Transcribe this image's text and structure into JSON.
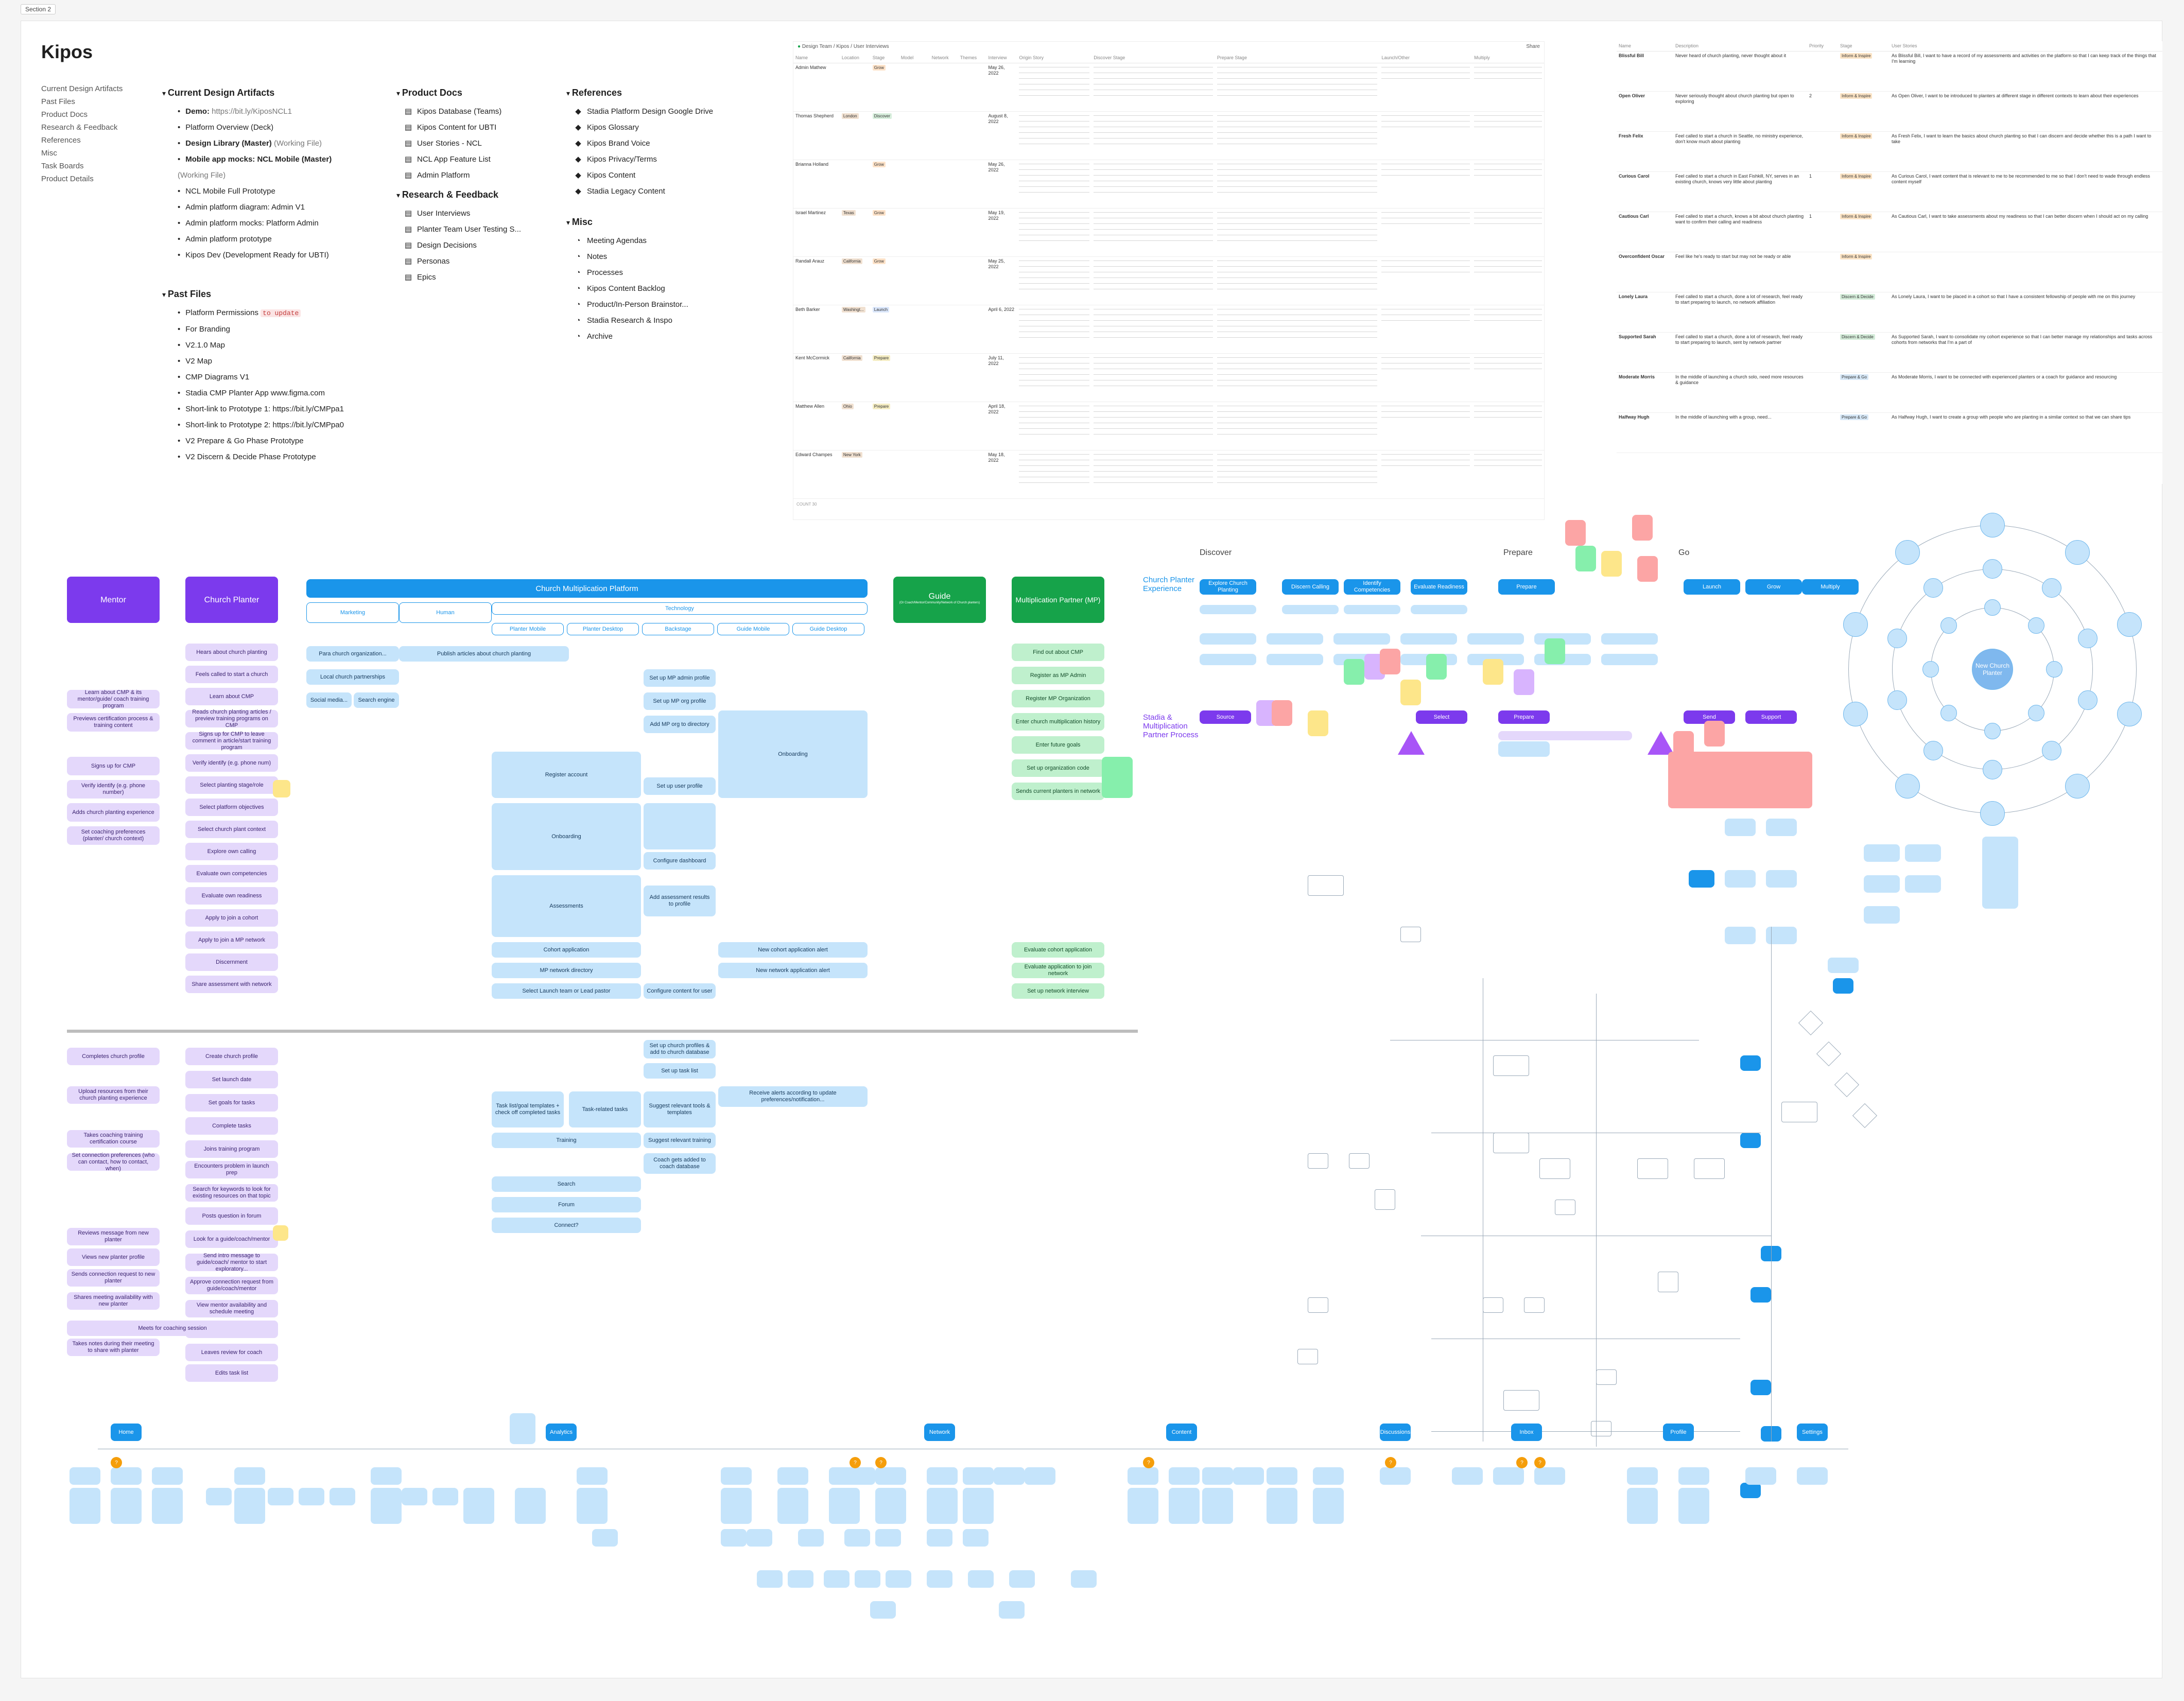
{
  "section_label": "Section 2",
  "doc": {
    "title": "Kipos",
    "toc": [
      "Current Design Artifacts",
      "Past Files",
      "Product Docs",
      "Research & Feedback",
      "References",
      "Misc",
      "Task Boards",
      "Product Details"
    ],
    "current_artifacts": {
      "heading": "Current Design Artifacts",
      "items": [
        {
          "bold": "Demo:",
          "text": " https://bit.ly/KiposNCL1"
        },
        {
          "bold": "",
          "text": "Platform Overview (Deck)"
        },
        {
          "bold": "Design Library (Master)",
          "text": " (Working File)"
        },
        {
          "bold": "Mobile app mocks: NCL Mobile (Master)",
          "text": " (Working File)"
        },
        {
          "bold": "",
          "text": "NCL Mobile Full Prototype"
        },
        {
          "bold": "",
          "text": "Admin platform diagram: Admin V1"
        },
        {
          "bold": "",
          "text": "Admin platform mocks: Platform Admin"
        },
        {
          "bold": "",
          "text": "Admin platform prototype"
        },
        {
          "bold": "",
          "text": "Kipos Dev (Development Ready for UBTI)"
        }
      ]
    },
    "past_files": {
      "heading": "Past Files",
      "items": [
        {
          "text": "Platform Permissions",
          "tag": "to update"
        },
        {
          "text": "For Branding",
          "tag": ""
        },
        {
          "text": "V2.1.0 Map",
          "tag": ""
        },
        {
          "text": "V2 Map",
          "tag": ""
        },
        {
          "text": "CMP Diagrams V1",
          "tag": ""
        },
        {
          "text": "Stadia CMP Planter App www.figma.com",
          "tag": ""
        },
        {
          "text": "Short-link to Prototype 1: https://bit.ly/CMPpa1",
          "tag": ""
        },
        {
          "text": "Short-link to Prototype 2: https://bit.ly/CMPpa0",
          "tag": ""
        },
        {
          "text": "V2 Prepare & Go Phase Prototype",
          "tag": ""
        },
        {
          "text": "V2 Discern & Decide Phase Prototype",
          "tag": ""
        }
      ]
    },
    "product_docs": {
      "heading": "Product Docs",
      "items": [
        "Kipos Database (Teams)",
        "Kipos Content for UBTI",
        "User Stories - NCL",
        "NCL App Feature List",
        "Admin Platform"
      ]
    },
    "research": {
      "heading": "Research & Feedback",
      "items": [
        "User Interviews",
        "Planter Team User Testing S...",
        "Design Decisions",
        "Personas",
        "Epics"
      ]
    },
    "references": {
      "heading": "References",
      "items": [
        "Stadia Platform Design Google Drive",
        "Kipos Glossary",
        "Kipos Brand Voice",
        "Kipos Privacy/Terms",
        "Kipos Content",
        "Stadia Legacy Content"
      ]
    },
    "misc": {
      "heading": "Misc",
      "items": [
        "Meeting Agendas",
        "Notes",
        "Processes",
        "Kipos Content Backlog",
        "Product/In-Person Brainstor...",
        "Stadia Research & Inspo",
        "Archive"
      ]
    }
  },
  "interviews_table": {
    "breadcrumb": "Design Team / Kipos / User Interviews",
    "share": "Share",
    "columns": [
      "Name",
      "Location",
      "Stage",
      "Model",
      "Network",
      "Themes",
      "Interview",
      "Origin Story",
      "Discover Stage",
      "Prepare Stage",
      "Launch/Other",
      "Multiply"
    ],
    "rows": [
      {
        "name": "Admin Mathew",
        "location": "",
        "stage": "Grow",
        "date": "May 26, 2022"
      },
      {
        "name": "Thomas Shepherd",
        "location": "London",
        "stage": "Discover",
        "date": "August 8, 2022"
      },
      {
        "name": "Brianna Holland",
        "location": "",
        "stage": "Grow",
        "date": "May 26, 2022"
      },
      {
        "name": "Israel Martinez",
        "location": "Texas",
        "stage": "Grow",
        "date": "May 19, 2022"
      },
      {
        "name": "Randall Arauz",
        "location": "California",
        "stage": "Grow",
        "date": "May 25, 2022"
      },
      {
        "name": "Beth Barker",
        "location": "Washingt...",
        "stage": "Launch",
        "date": "April 6, 2022"
      },
      {
        "name": "Kent McCormick",
        "location": "California",
        "stage": "Prepare",
        "date": "July 11, 2022"
      },
      {
        "name": "Matthew Allen",
        "location": "Ohio",
        "stage": "Prepare",
        "date": "April 18, 2022"
      },
      {
        "name": "Edward Champes",
        "location": "New York",
        "stage": "",
        "date": "May 18, 2022"
      }
    ],
    "count": "COUNT 30"
  },
  "personas_table": {
    "columns": [
      "Name",
      "Description",
      "Priority",
      "Stage",
      "User Stories"
    ],
    "rows": [
      {
        "name": "Blissful Bill",
        "desc": "Never heard of church planting, never thought about it",
        "priority": "",
        "stage": "Inform & Inspire",
        "story": "As Blissful Bill, I want to have a record of my assessments and activities on the platform so that I can keep track of the things that I'm learning"
      },
      {
        "name": "Open Oliver",
        "desc": "Never seriously thought about church planting but open to exploring",
        "priority": "2",
        "stage": "Inform & Inspire",
        "story": "As Open Oliver, I want to be introduced to planters at different stage in different contexts to learn about their experiences"
      },
      {
        "name": "Fresh Felix",
        "desc": "Feel called to start a church in Seattle, no ministry experience, don't know much about planting",
        "priority": "",
        "stage": "Inform & Inspire",
        "story": "As Fresh Felix, I want to learn the basics about church planting so that I can discern and decide whether this is a path I want to take"
      },
      {
        "name": "Curious Carol",
        "desc": "Feel called to start a church in East Fishkill, NY, serves in an existing church, knows very little about planting",
        "priority": "1",
        "stage": "Inform & Inspire",
        "story": "As Curious Carol, I want content that is relevant to me to be recommended to me so that I don't need to wade through endless content myself"
      },
      {
        "name": "Cautious Carl",
        "desc": "Feel called to start a church, knows a bit about church planting want to confirm their calling and readiness",
        "priority": "1",
        "stage": "Inform & Inspire",
        "story": "As Cautious Carl, I want to take assessments about my readiness so that I can better discern when I should act on my calling"
      },
      {
        "name": "Overconfident Oscar",
        "desc": "Feel like he's ready to start but may not be ready or able",
        "priority": "",
        "stage": "Inform & Inspire",
        "story": ""
      },
      {
        "name": "Lonely Laura",
        "desc": "Feel called to start a church, done a lot of research, feel ready to start preparing to launch, no network affiliation",
        "priority": "",
        "stage": "Discern & Decide",
        "story": "As Lonely Laura, I want to be placed in a cohort so that I have a consistent fellowship of people with me on this journey"
      },
      {
        "name": "Supported Sarah",
        "desc": "Feel called to start a church, done a lot of research, feel ready to start preparing to launch, sent by network partner",
        "priority": "",
        "stage": "Discern & Decide",
        "story": "As Supported Sarah, I want to consolidate my cohort experience so that I can better manage my relationships and tasks across cohorts from networks that I'm a part of"
      },
      {
        "name": "Moderate Morris",
        "desc": "In the middle of launching a church solo, need more resources & guidance",
        "priority": "",
        "stage": "Prepare & Go",
        "story": "As Moderate Morris, I want to be connected with experienced planters or a coach for guidance and resourcing"
      },
      {
        "name": "Halfway Hugh",
        "desc": "In the middle of launching with a group, need...",
        "priority": "",
        "stage": "Prepare & Go",
        "story": "As Halfway Hugh, I want to create a group with people who are planting in a similar context so that we can share tips"
      }
    ]
  },
  "journey": {
    "actors": [
      "Mentor",
      "Church Planter",
      "Guide",
      "Multiplication Partner (MP)"
    ],
    "guide_sub": "(Or Coach/Mentor/Community/Network of Church planters)",
    "platform_title": "Church Multiplication Platform",
    "platform_groups": [
      "Marketing",
      "Human",
      "Technology"
    ],
    "tech_cols": [
      "Planter Mobile",
      "Planter Desktop",
      "Backstage",
      "Guide Mobile",
      "Guide Desktop"
    ],
    "planter_steps": [
      "Hears about church planting",
      "Feels called to start a church",
      "Learn about CMP",
      "Reads church planting articles / preview training programs on CMP",
      "Signs up for CMP to leave comment in article/start training program",
      "Verify identify (e.g. phone num)",
      "Select planting stage/role",
      "Select platform objectives",
      "Select church plant context",
      "Explore own calling",
      "Evaluate own competencies",
      "Evaluate own readiness",
      "Apply to join a cohort",
      "Apply to join a MP network",
      "Discernment",
      "Share assessment with network"
    ],
    "mentor_steps": [
      "Learn about CMP & its mentor/guide/ coach training program",
      "Previews certification process & training content",
      "Signs up for CMP",
      "Verify identify (e.g. phone number)",
      "Adds church planting experience",
      "Set coaching preferences (planter/ church context)"
    ],
    "mp_steps": [
      "Find out about CMP",
      "Register as MP Admin",
      "Register MP Organization",
      "Enter church multiplication history",
      "Enter future goals",
      "Set up organization code",
      "Sends current planters in network"
    ],
    "tech_labels": [
      "Register account",
      "Onboarding",
      "Assessments",
      "Cohort application",
      "MP network directory",
      "Select Launch team or Lead pastor",
      "Onboarding",
      "Set up MP admin profile",
      "Set up MP org profile",
      "Add MP org to directory",
      "Set up user profile",
      "Configure dashboard",
      "Add assessment results to profile",
      "Configure content for user",
      "New cohort application alert",
      "New network application alert"
    ],
    "mp_lower": [
      "Evaluate cohort application",
      "Evaluate application to join network",
      "Set up network interview"
    ],
    "marketing": [
      "Para church organization...",
      "Local church partnerships",
      "Social media...",
      "Search engine"
    ],
    "human_label": "Publish articles about church planting",
    "phase2_planter": [
      "Create church profile",
      "Set launch date",
      "Set goals for tasks",
      "Complete tasks",
      "Joins training program",
      "Encounters problem in launch prep",
      "Search for keywords to look for existing resources on that topic",
      "Posts question in forum",
      "Look for a guide/coach/mentor",
      "Send intro message to guide/coach/ mentor to start exploratory...",
      "Approve connection request from guide/coach/mentor",
      "View mentor availability and schedule meeting",
      "Meets for coaching session",
      "Leaves review for coach",
      "Edits task list"
    ],
    "phase2_mentor": [
      "Completes church profile",
      "Upload resources from their church planting experience",
      "Takes coaching training certification course",
      "Set connection preferences (who can contact, how to contact, when)",
      "Reviews message from new planter",
      "Views new planter profile",
      "Sends connection request to new planter",
      "Shares meeting availability with new planter",
      "Takes notes during their meeting to share with planter"
    ],
    "phase2_tech": [
      "Task list/goal templates + check off completed tasks",
      "Task-related tasks",
      "Training",
      "Search",
      "Forum",
      "Connect?",
      "Set up church profiles & add to church database",
      "Set up task list",
      "Suggest relevant tools & templates",
      "Suggest relevant training",
      "Coach gets added to coach database",
      "Receive alerts according to update preferences/notification..."
    ]
  },
  "experience": {
    "phases": [
      "Discover",
      "Prepare",
      "Go"
    ],
    "planter_exp": "Church Planter Experience",
    "partner_proc": "Stadia & Multiplication Partner Process",
    "exp_steps": [
      "Explore Church Planting",
      "Discern Calling",
      "Identify Competencies",
      "Evaluate Readiness",
      "Prepare",
      "Launch",
      "Grow",
      "Multiply"
    ],
    "proc_steps": [
      "Source",
      "Select",
      "Prepare",
      "Send",
      "Support"
    ]
  },
  "circle": {
    "center": "New Church Planter"
  },
  "sitemap": {
    "top": [
      "Home",
      "Analytics",
      "Network",
      "Content",
      "Discussions",
      "Inbox",
      "Profile",
      "Settings"
    ]
  }
}
